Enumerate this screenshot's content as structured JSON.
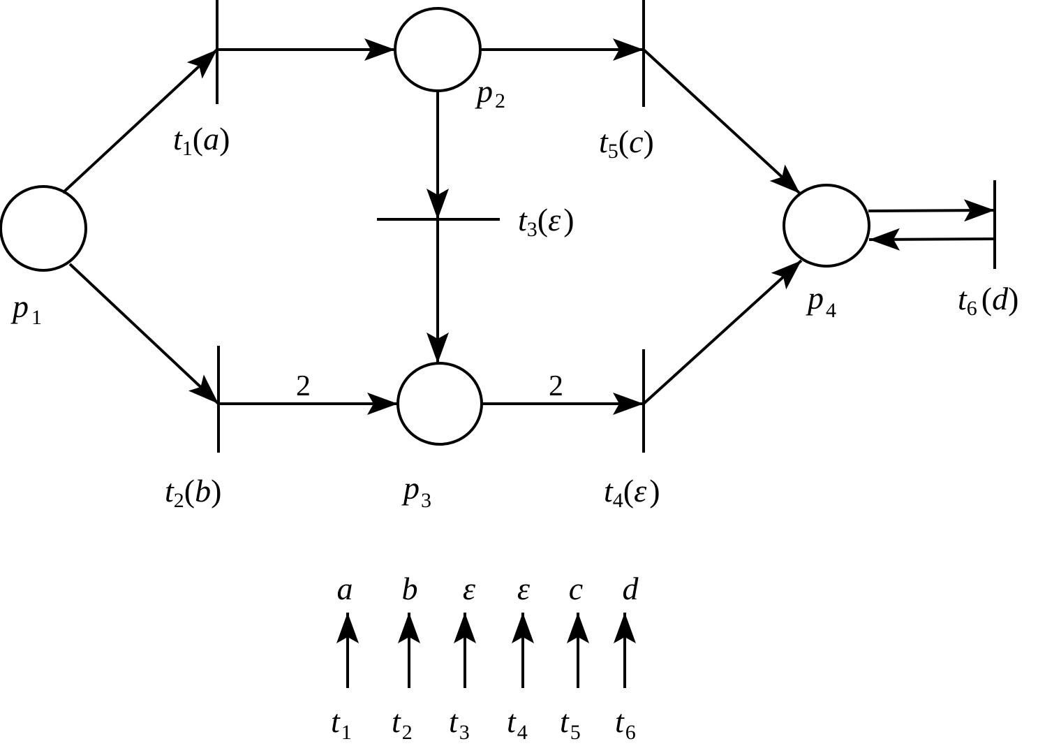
{
  "diagram": {
    "type": "labeled-petri-net",
    "colors": {
      "stroke": "#000000",
      "fill": "#ffffff"
    },
    "places": [
      {
        "id": "p1",
        "name": "p",
        "sub": "1"
      },
      {
        "id": "p2",
        "name": "p",
        "sub": "2"
      },
      {
        "id": "p3",
        "name": "p",
        "sub": "3"
      },
      {
        "id": "p4",
        "name": "p",
        "sub": "4"
      }
    ],
    "transitions": [
      {
        "id": "t1",
        "name": "t",
        "sub": "1",
        "label": "a"
      },
      {
        "id": "t2",
        "name": "t",
        "sub": "2",
        "label": "b"
      },
      {
        "id": "t3",
        "name": "t",
        "sub": "3",
        "label": "ε"
      },
      {
        "id": "t4",
        "name": "t",
        "sub": "4",
        "label": "ε"
      },
      {
        "id": "t5",
        "name": "t",
        "sub": "5",
        "label": "c"
      },
      {
        "id": "t6",
        "name": "t",
        "sub": "6",
        "label": "d"
      }
    ],
    "arcs": [
      {
        "from": "p1",
        "to": "t1",
        "weight": ""
      },
      {
        "from": "p1",
        "to": "t2",
        "weight": ""
      },
      {
        "from": "t1",
        "to": "p2",
        "weight": ""
      },
      {
        "from": "t2",
        "to": "p3",
        "weight": "2"
      },
      {
        "from": "p2",
        "to": "t3",
        "weight": ""
      },
      {
        "from": "t3",
        "to": "p3",
        "weight": ""
      },
      {
        "from": "p2",
        "to": "t5",
        "weight": ""
      },
      {
        "from": "p3",
        "to": "t4",
        "weight": "2"
      },
      {
        "from": "t5",
        "to": "p4",
        "weight": ""
      },
      {
        "from": "t4",
        "to": "p4",
        "weight": ""
      },
      {
        "from": "p4",
        "to": "t6",
        "weight": ""
      },
      {
        "from": "t6",
        "to": "p4",
        "weight": ""
      }
    ],
    "labeling_map": [
      {
        "transition": "t",
        "sub": "1",
        "label": "a"
      },
      {
        "transition": "t",
        "sub": "2",
        "label": "b"
      },
      {
        "transition": "t",
        "sub": "3",
        "label": "ε"
      },
      {
        "transition": "t",
        "sub": "4",
        "label": "ε"
      },
      {
        "transition": "t",
        "sub": "5",
        "label": "c"
      },
      {
        "transition": "t",
        "sub": "6",
        "label": "d"
      }
    ]
  }
}
